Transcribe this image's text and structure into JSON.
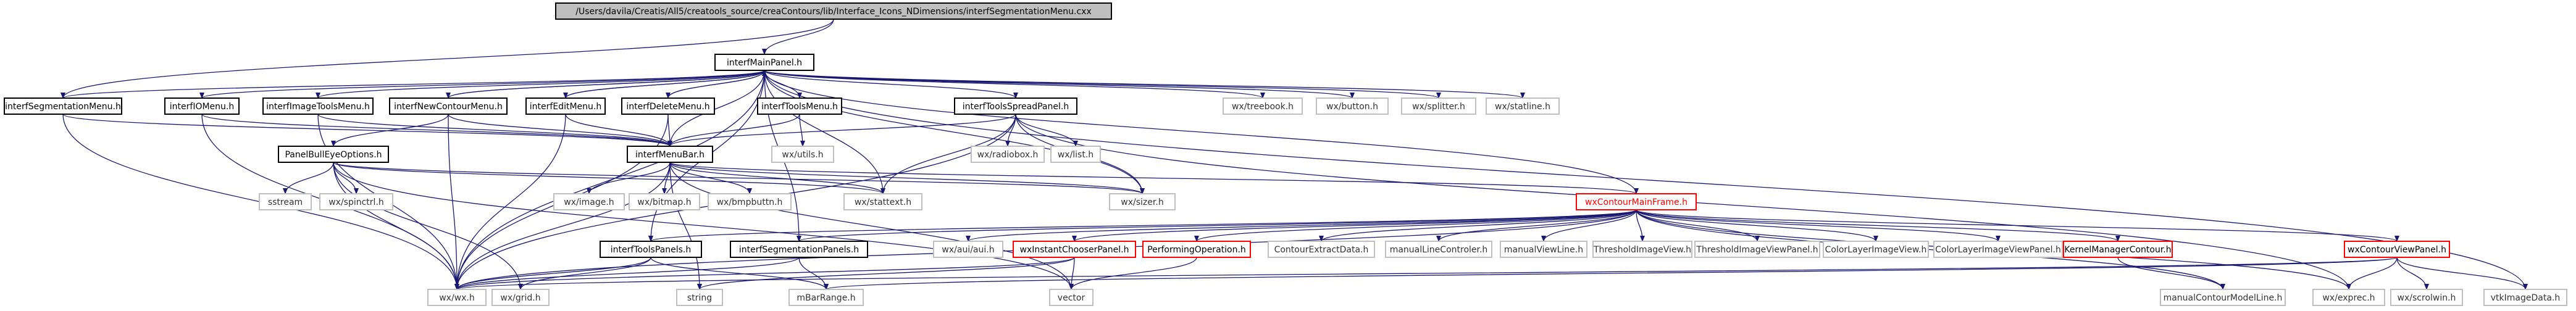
{
  "diagram": {
    "root": "/Users/davila/Creatis/All5/creatools_source/creaContours/lib/Interface_Icons_NDimensions/interfSegmentationMenu.cxx",
    "colors": {
      "root_fill": "#bfbfbf",
      "header_border": "#000000",
      "external_border": "#bfbfbf",
      "unresolved_border": "#ff0000",
      "node_text": "#000000",
      "gray_text": "#333333",
      "red_text": "#ff0000",
      "edge": "#191970"
    },
    "nodes": {
      "root": "/Users/davila/Creatis/All5/creatools_source/creaContours/lib/Interface_Icons_NDimensions/interfSegmentationMenu.cxx",
      "interfMainPanel": "interfMainPanel.h",
      "interfSegmentationMenu": "interfSegmentationMenu.h",
      "interfIOMenu": "interfIOMenu.h",
      "interfImageToolsMenu": "interfImageToolsMenu.h",
      "interfNewContourMenu": "interfNewContourMenu.h",
      "interfEditMenu": "interfEditMenu.h",
      "interfDeleteMenu": "interfDeleteMenu.h",
      "interfToolsMenu": "interfToolsMenu.h",
      "interfToolsSpreadPanel": "interfToolsSpreadPanel.h",
      "wxtreebook": "wx/treebook.h",
      "wxbutton": "wx/button.h",
      "wxsplitter": "wx/splitter.h",
      "wxstatline": "wx/statline.h",
      "PanelBullEyeOptions": "PanelBullEyeOptions.h",
      "interfMenuBar": "interfMenuBar.h",
      "wxutils": "wx/utils.h",
      "wxradiobox": "wx/radiobox.h",
      "wxlist": "wx/list.h",
      "sstream": "sstream",
      "wxspinctrl": "wx/spinctrl.h",
      "wximage": "wx/image.h",
      "wxbitmap": "wx/bitmap.h",
      "wxbmpbuttn": "wx/bmpbuttn.h",
      "wxstattext": "wx/stattext.h",
      "wxsizer": "wx/sizer.h",
      "wxContourMainFrame": "wxContourMainFrame.h",
      "interfToolsPanels": "interfToolsPanels.h",
      "interfSegmentationPanels": "interfSegmentationPanels.h",
      "wxauiaui": "wx/aui/aui.h",
      "wxInstantChooserPanel": "wxInstantChooserPanel.h",
      "PerformingOperation": "PerformingOperation.h",
      "ContourExtractData": "ContourExtractData.h",
      "manualLineControler": "manualLineControler.h",
      "manualViewLine": "manualViewLine.h",
      "ThresholdImageView": "ThresholdImageView.h",
      "ThresholdImageViewPanel": "ThresholdImageViewPanel.h",
      "ColorLayerImageView": "ColorLayerImageView.h",
      "ColorLayerImageViewPanel": "ColorLayerImageViewPanel.h",
      "KernelManagerContour": "KernelManagerContour.h",
      "wxContourViewPanel": "wxContourViewPanel.h",
      "wxwx": "wx/wx.h",
      "wxgrid": "wx/grid.h",
      "string": "string",
      "mBarRange": "mBarRange.h",
      "vector": "vector",
      "manualContourModelLine": "manualContourModelLine.h",
      "wxvtkrenderwindowinteractor": "wx/exprec.h",
      "wxscrolwin": "wx/scrolwin.h",
      "vtkImageData": "vtkImageData.h"
    }
  }
}
